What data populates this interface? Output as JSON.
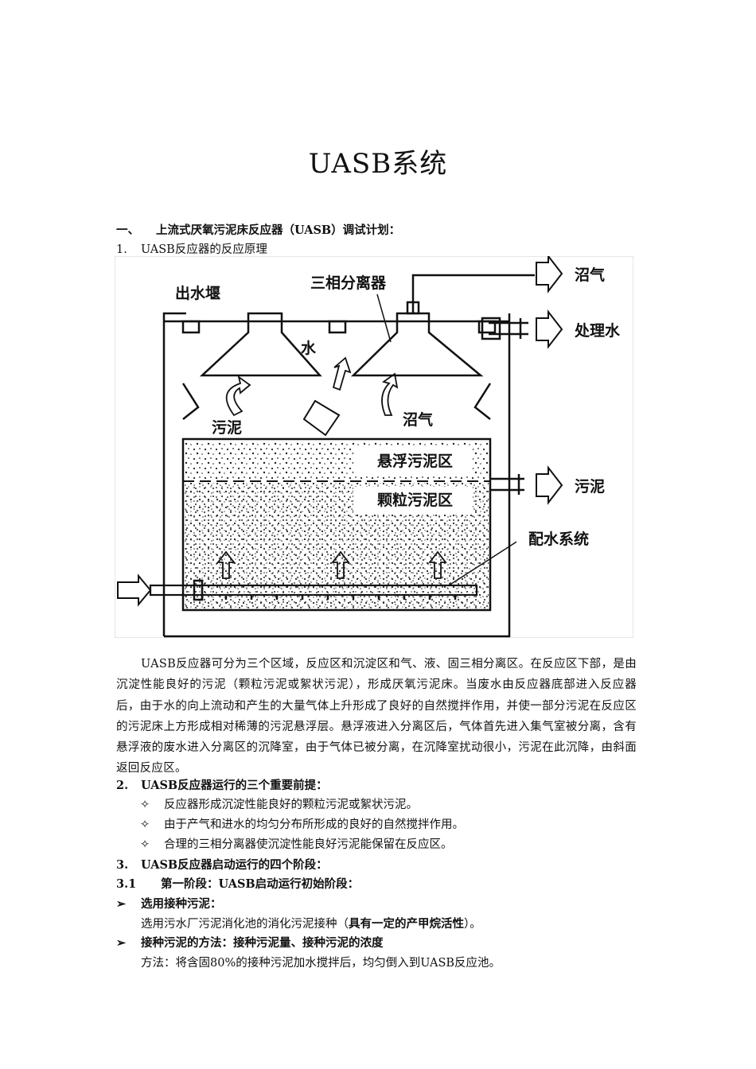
{
  "title": "UASB系统",
  "heading1": {
    "num": "一、",
    "text": "上流式厌氧污泥床反应器（UASB）调试计划："
  },
  "section1": {
    "num": "1.",
    "text": "UASB反应器的反应原理"
  },
  "diagram": {
    "labels": {
      "weir": "出水堰",
      "separator": "三相分离器",
      "biogas_out": "沼气",
      "water_label": "水",
      "treated_water": "处理水",
      "sludge_left": "污泥",
      "biogas_inner": "沼气",
      "suspended_zone": "悬浮污泥区",
      "granular_zone": "颗粒污泥区",
      "sludge_out": "污泥",
      "distribution": "配水系统"
    }
  },
  "paragraph": "UASB反应器可分为三个区域，反应区和沉淀区和气、液、固三相分离区。在反应区下部，是由沉淀性能良好的污泥（颗粒污泥或絮状污泥），形成厌氧污泥床。当废水由反应器底部进入反应器后，由于水的向上流动和产生的大量气体上升形成了良好的自然搅拌作用，并使一部分污泥在反应区的污泥床上方形成相对稀薄的污泥悬浮层。悬浮液进入分离区后，气体首先进入集气室被分离，含有悬浮液的废水进入分离区的沉降室，由于气体已被分离，在沉降室扰动很小，污泥在此沉降，由斜面返回反应区。",
  "section2": {
    "num": "2.",
    "text": "UASB反应器运行的三个重要前提：",
    "bullet_symbol": "✧",
    "bullets": [
      "反应器形成沉淀性能良好的颗粒污泥或絮状污泥。",
      "由于产气和进水的均匀分布所形成的良好的自然搅拌作用。",
      "合理的三相分离器使沉淀性能良好污泥能保留在反应区。"
    ]
  },
  "section3": {
    "num": "3.",
    "text": "UASB反应器启动运行的四个阶段："
  },
  "section31": {
    "num": "3.1",
    "text": "第一阶段：UASB启动运行初始阶段："
  },
  "item1": {
    "symbol": "➢",
    "title": "选用接种污泥：",
    "body_pre": "选用污水厂污泥消化池的消化污泥接种（",
    "body_bold": "具有一定的产甲烷活性",
    "body_post": "）。"
  },
  "item2": {
    "symbol": "➢",
    "title": "接种污泥的方法：接种污泥量、接种污泥的浓度",
    "body": "方法：将含固80%的接种污泥加水搅拌后，均匀倒入到UASB反应池。"
  }
}
